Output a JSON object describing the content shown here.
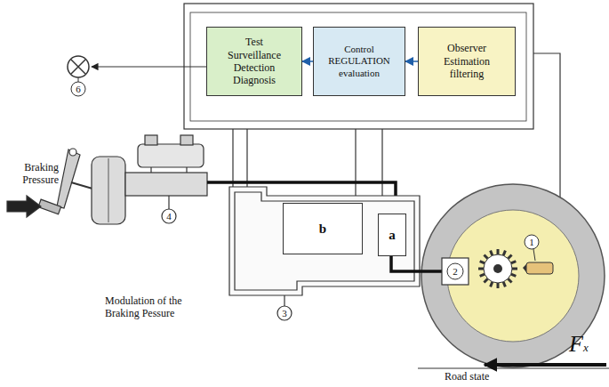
{
  "diagram": {
    "nodes": [
      {
        "text": [
          "Test Surveillance Detection Diagnosis"
        ]
      },
      {
        "text": [
          "Control REGULATION evaluation"
        ]
      },
      {
        "text": [
          "Observer Estimation filtering"
        ]
      },
      {
        "text": [
          "b"
        ]
      },
      {
        "text": [
          "a"
        ]
      }
    ],
    "edges": [
      {
        "from": 2,
        "to": 1,
        "arrow": "to"
      },
      {
        "from": 1,
        "to": 0,
        "arrow": "to"
      }
    ],
    "labels": [
      "6",
      "Braking Pressure",
      "4",
      "Modulation of the Braking Pessure",
      "3",
      "2",
      "1",
      "Road state",
      "Fx"
    ]
  }
}
